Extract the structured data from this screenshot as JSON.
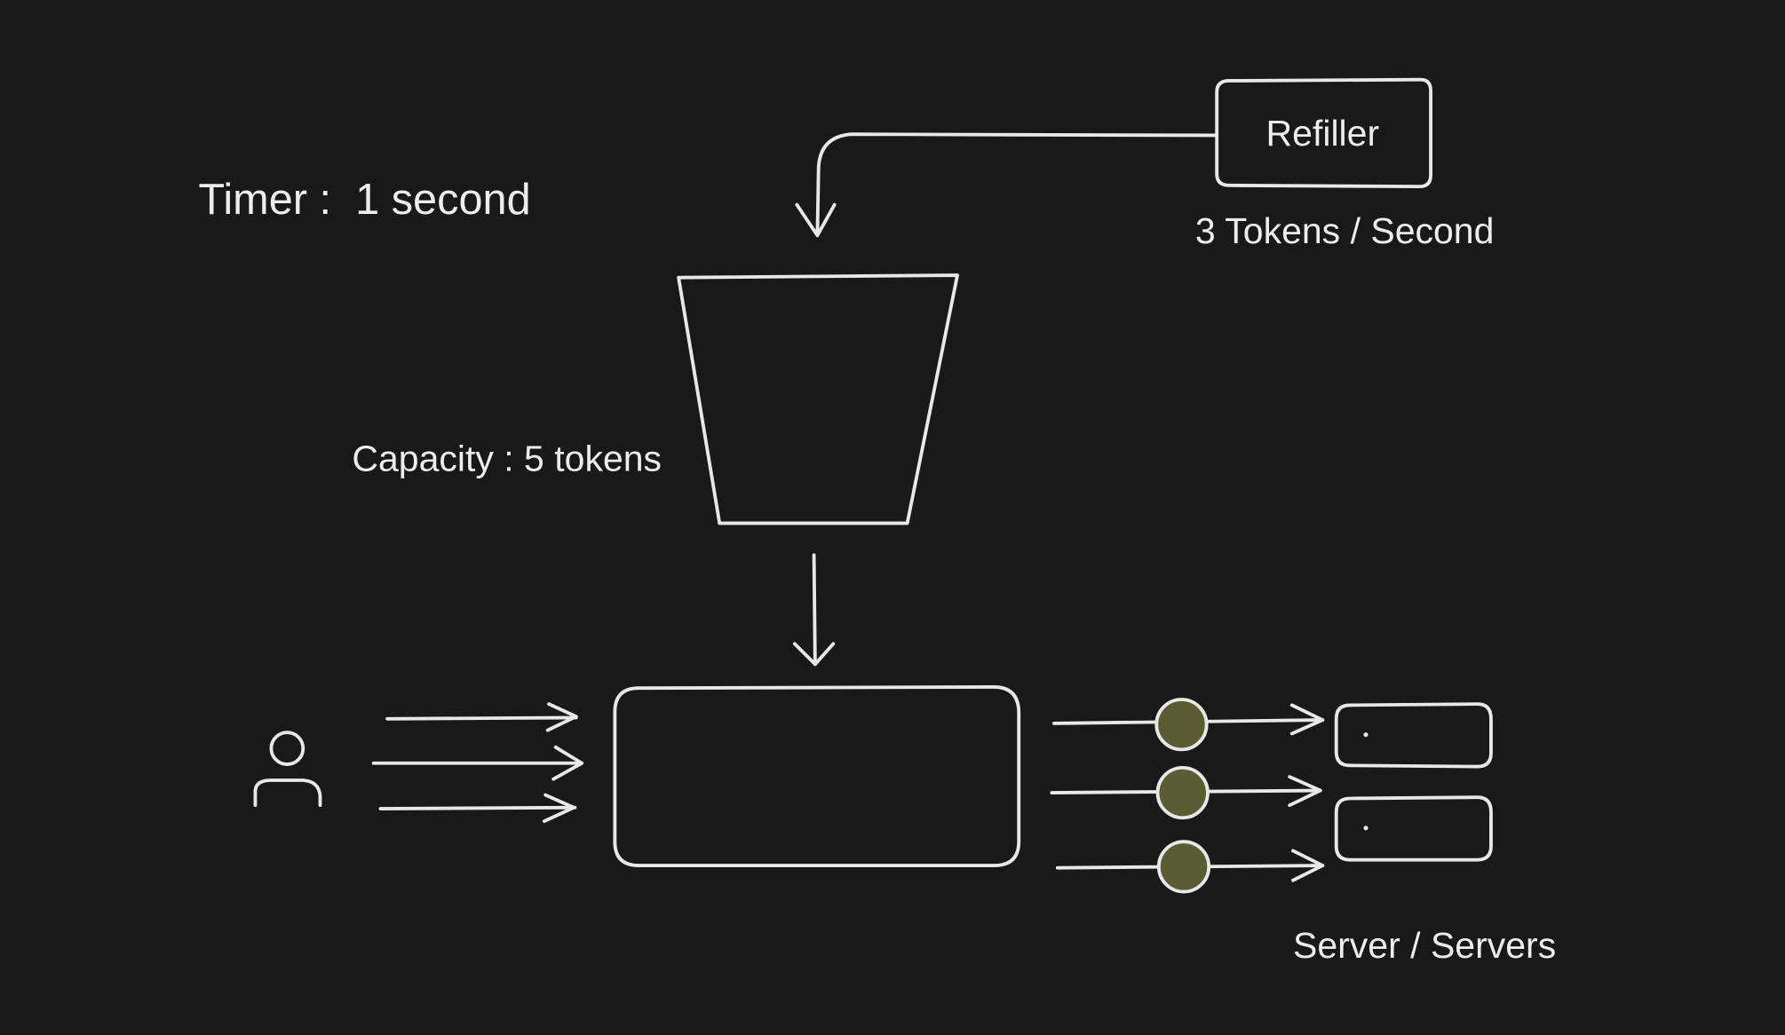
{
  "diagram": {
    "title": "Token Bucket Rate Limiter",
    "background_color": "#191919",
    "stroke_color": "#e8e8e8",
    "token_color": "#5b5c33",
    "timer_label": "Timer :  1 second",
    "refiller": {
      "label": "Refiller",
      "rate_label": "3 Tokens / Second"
    },
    "bucket": {
      "capacity_label": "Capacity : 5 tokens"
    },
    "client": {
      "icon": "user-icon",
      "request_count": 3
    },
    "limiter": {
      "label": ""
    },
    "forwarded_tokens": 3,
    "servers": {
      "count": 2,
      "label": "Server / Servers"
    }
  }
}
